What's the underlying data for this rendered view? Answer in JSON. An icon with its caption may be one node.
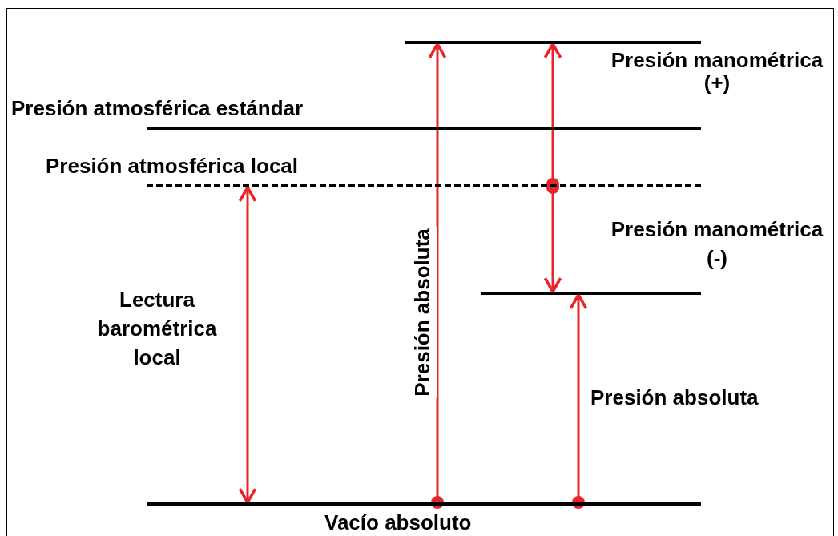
{
  "diagram": {
    "nodes": [
      {
        "text": [],
        "shape": "bar"
      },
      {
        "text": [
          "Presión atmosférica estándar"
        ]
      },
      {
        "text": [
          "Presión atmosférica local"
        ]
      },
      {
        "text": [],
        "shape": "bar"
      },
      {
        "text": [
          "Vacío absoluto"
        ]
      }
    ],
    "edges": [
      {
        "from": 4,
        "to": 2,
        "arrow": "both",
        "label": "Lectura barométrica local"
      },
      {
        "from": 4,
        "to": 0,
        "arrow": "to",
        "label": "Presión absoluta"
      },
      {
        "from": 2,
        "to": 0,
        "arrow": "to",
        "label": "Presión manométrica (+)"
      },
      {
        "from": 2,
        "to": 3,
        "arrow": "to",
        "label": "Presión manométrica (-)"
      },
      {
        "from": 4,
        "to": 3,
        "arrow": "to",
        "label": "Presión absoluta"
      }
    ]
  }
}
